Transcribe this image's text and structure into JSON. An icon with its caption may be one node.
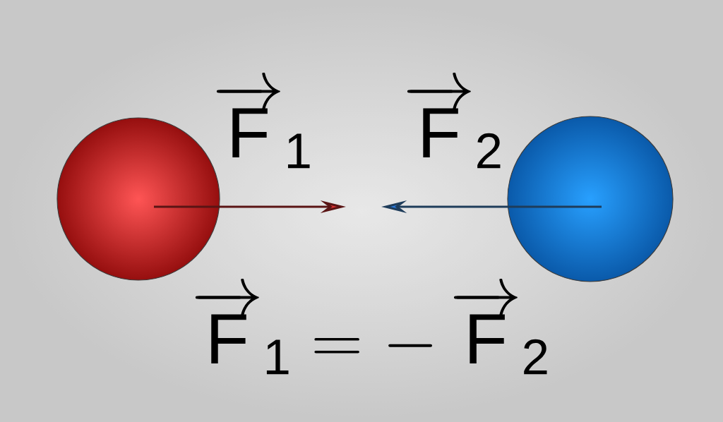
{
  "diagram": {
    "nodes": [
      {
        "text": [],
        "shape": "circle"
      },
      {
        "text": [],
        "shape": "circle"
      }
    ],
    "labels": [
      "\\overrightarrow{\\mathrm{F}}_{\\mathrm{1}}",
      "\\overrightarrow{\\mathrm{F}}_{\\mathrm{2}}",
      "\\overrightarrow{\\mathrm{F}}_{\\mathrm{1}} = -\\,\\overrightarrow{\\mathrm{F}}_{\\mathrm{2}}"
    ]
  }
}
